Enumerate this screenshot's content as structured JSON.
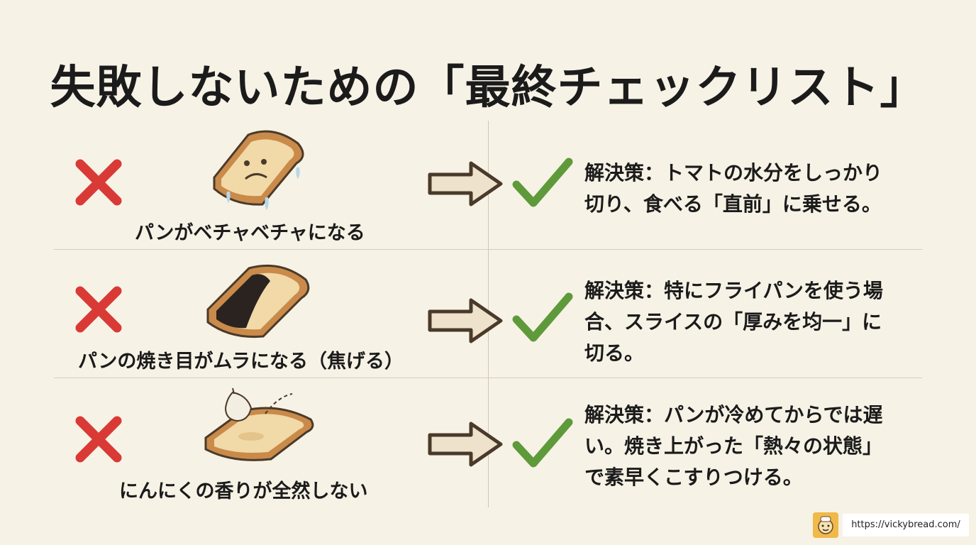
{
  "title": "失敗しないための「最終チェックリスト」",
  "rows": [
    {
      "problem": "パンがベチャベチャになる",
      "solution": "解決策：トマトの水分をしっかり\n切り、食べる「直前」に乗せる。"
    },
    {
      "problem": "パンの焼き目がムラになる（焦げる）",
      "solution": "解決策：特にフライパンを使う場\n合、スライスの「厚みを均一」に\n切る。"
    },
    {
      "problem": "にんにくの香りが全然しない",
      "solution": "解決策：パンが冷めてからでは遅\nい。焼き上がった「熱々の状態」\nで素早くこすりつける。"
    }
  ],
  "footer": {
    "url": "https://vickybread.com/"
  },
  "colors": {
    "background": "#f7f2e6",
    "cross": "#d93a36",
    "check": "#5e9a3a",
    "arrow_fill": "#efe2cc",
    "arrow_stroke": "#4a3a2a",
    "bread_crust": "#c98a4a",
    "bread_inner": "#f1d9a8"
  },
  "icons": {
    "cross": "cross-mark-icon",
    "check": "check-mark-icon",
    "arrow": "right-arrow-icon",
    "bread_soggy": "soggy-bread-icon",
    "bread_burnt": "burnt-bread-icon",
    "bread_garlic": "garlic-bread-icon",
    "logo": "bread-mascot-icon"
  }
}
